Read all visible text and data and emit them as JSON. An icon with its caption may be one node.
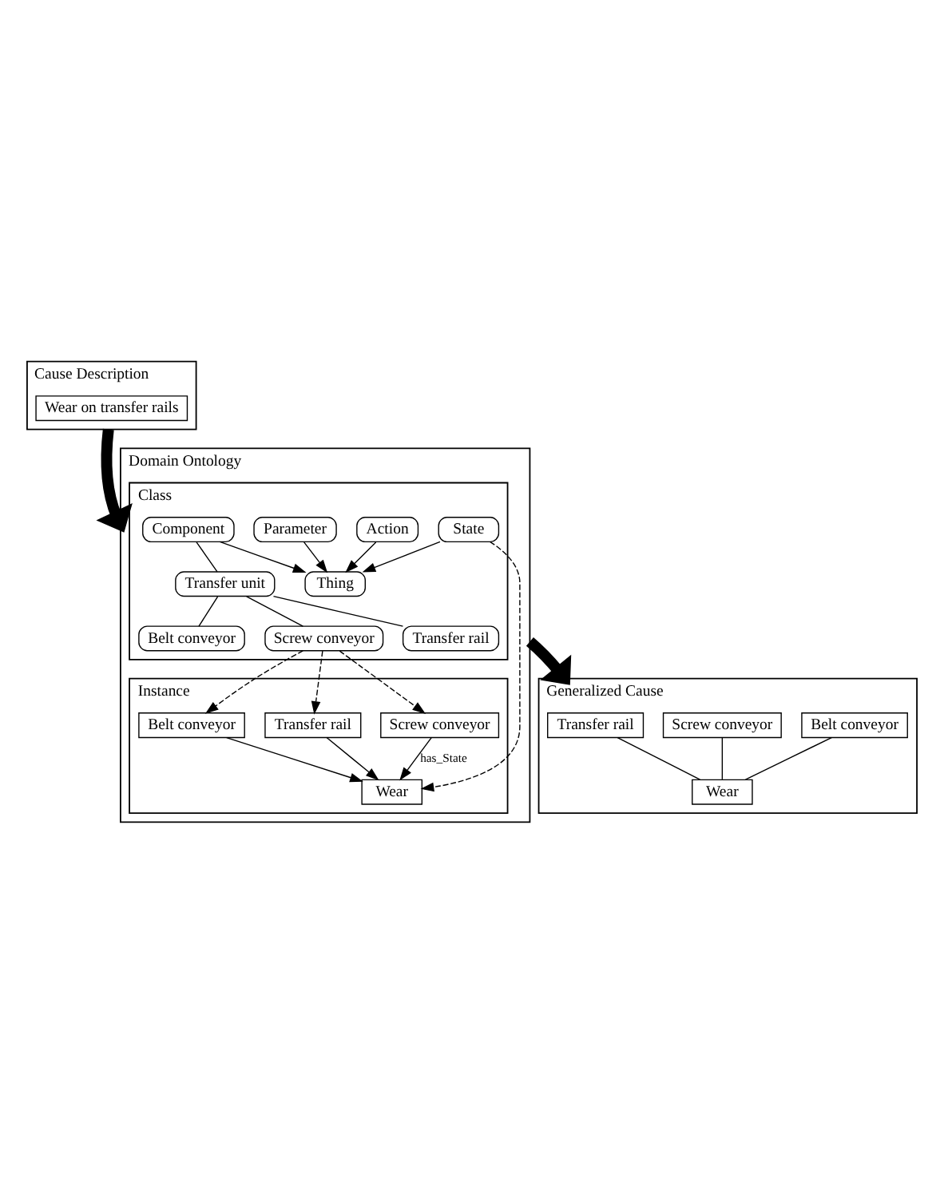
{
  "diagram": {
    "nodes": [
      {
        "text": [
          "Cause Description"
        ]
      },
      {
        "text": [
          "Wear on transfer rails"
        ],
        "in": 0
      },
      {
        "text": [
          "Domain Ontology"
        ]
      },
      {
        "text": [
          "Class"
        ],
        "in": 2
      },
      {
        "text": [
          "Thing"
        ],
        "in": 3
      },
      {
        "text": [
          "Component"
        ],
        "in": 3
      },
      {
        "text": [
          "Action"
        ],
        "in": 3
      },
      {
        "text": [
          "Parameter"
        ],
        "in": 3
      },
      {
        "text": [
          "State"
        ],
        "in": 3
      },
      {
        "text": [
          "Transfer unit"
        ],
        "in": 3
      },
      {
        "text": [
          "Transfer rail"
        ],
        "in": 3
      },
      {
        "text": [
          "Belt conveyor"
        ],
        "in": 3
      },
      {
        "text": [
          "Screw conveyor"
        ],
        "in": 3
      },
      {
        "text": [
          "Instance"
        ],
        "in": 2
      },
      {
        "text": [
          "Wear"
        ],
        "in": 13
      },
      {
        "text": [
          "Screw conveyor"
        ],
        "in": 13
      },
      {
        "text": [
          "Belt conveyor"
        ],
        "in": 13
      },
      {
        "text": [
          "Transfer rail"
        ],
        "in": 13
      },
      {
        "text": [
          "Generalized Cause"
        ]
      },
      {
        "text": [
          "Transfer rail"
        ],
        "in": 18
      },
      {
        "text": [
          "Belt conveyor"
        ],
        "in": 18
      },
      {
        "text": [
          "Screw conveyor"
        ],
        "in": 18
      },
      {
        "text": [
          "Wear"
        ],
        "in": 18
      }
    ],
    "edges": [
      {
        "from": 0,
        "to": 2,
        "arrow": "to",
        "style": "thick"
      },
      {
        "from": 5,
        "to": 4,
        "arrow": "to"
      },
      {
        "from": 6,
        "to": 4,
        "arrow": "to"
      },
      {
        "from": 7,
        "to": 4,
        "arrow": "to"
      },
      {
        "from": 8,
        "to": 4,
        "arrow": "to"
      },
      {
        "from": 5,
        "to": 9,
        "arrow": "none"
      },
      {
        "from": 9,
        "to": 10,
        "arrow": "none"
      },
      {
        "from": 9,
        "to": 11,
        "arrow": "none"
      },
      {
        "from": 9,
        "to": 12,
        "arrow": "none"
      },
      {
        "from": 8,
        "to": 14,
        "arrow": "to",
        "style": "dashed"
      },
      {
        "from": 12,
        "to": 16,
        "arrow": "to",
        "style": "dashed"
      },
      {
        "from": 12,
        "to": 17,
        "arrow": "to",
        "style": "dashed"
      },
      {
        "from": 12,
        "to": 15,
        "arrow": "to",
        "style": "dashed"
      },
      {
        "from": 15,
        "to": 14,
        "arrow": "to",
        "label": "has_State"
      },
      {
        "from": 16,
        "to": 14,
        "arrow": "to"
      },
      {
        "from": 17,
        "to": 14,
        "arrow": "to"
      },
      {
        "from": 2,
        "to": 18,
        "arrow": "to",
        "style": "thick"
      },
      {
        "from": 19,
        "to": 22,
        "arrow": "none"
      },
      {
        "from": 20,
        "to": 22,
        "arrow": "none"
      },
      {
        "from": 21,
        "to": 22,
        "arrow": "none"
      }
    ]
  }
}
